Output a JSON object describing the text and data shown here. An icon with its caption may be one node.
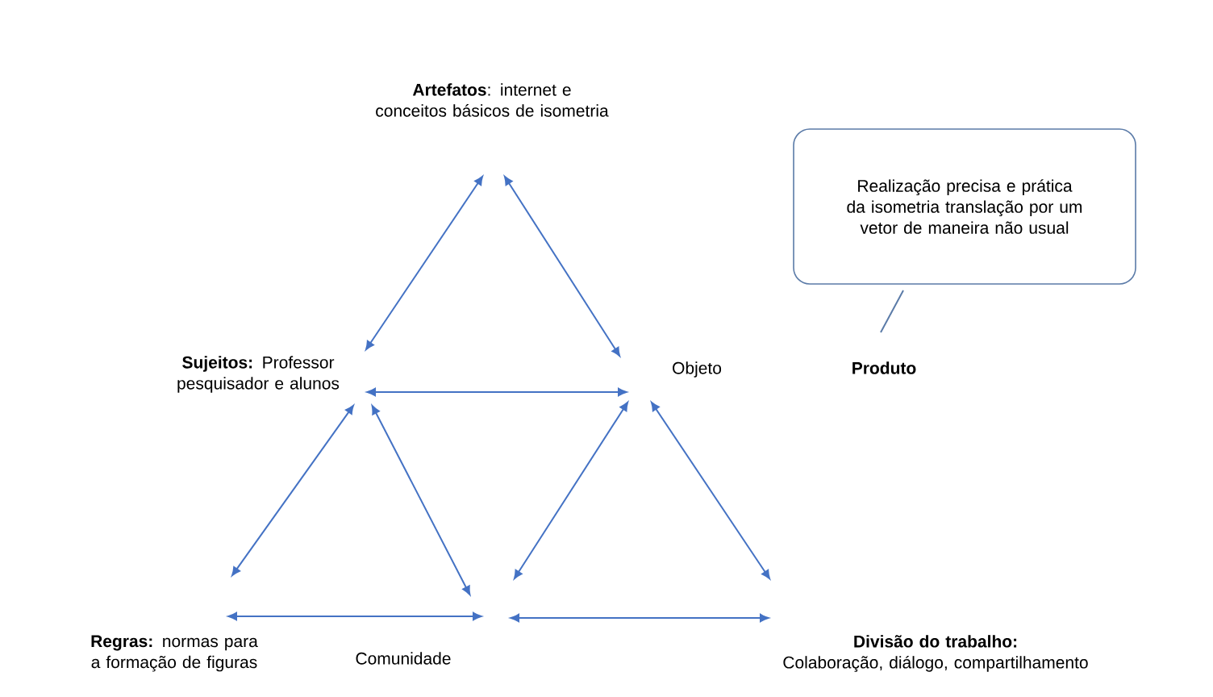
{
  "diagram": {
    "nodes": [
      {
        "text": [
          "**Artefatos**: internet e conceitos básicos de isometria"
        ]
      },
      {
        "text": [
          "**Sujeitos:** Professor pesquisador e alunos"
        ]
      },
      {
        "text": [
          "Objeto"
        ]
      },
      {
        "text": [
          "**Regras:** normas para a formação de figuras"
        ]
      },
      {
        "text": [
          "Comunidade"
        ]
      },
      {
        "text": [
          "Divisão do trabalho:",
          "Colaboração, diálogo, compartilhamento"
        ]
      },
      {
        "text": [
          "Realização precisa e prática da isometria translação por um vetor de maneira não usual"
        ]
      },
      {
        "text": [
          "Produto"
        ]
      }
    ],
    "edges": [
      {
        "from": 0,
        "to": 1,
        "arrow": "both"
      },
      {
        "from": 0,
        "to": 2,
        "arrow": "both"
      },
      {
        "from": 1,
        "to": 2,
        "arrow": "both"
      },
      {
        "from": 1,
        "to": 3,
        "arrow": "both"
      },
      {
        "from": 1,
        "to": 4,
        "arrow": "both"
      },
      {
        "from": 2,
        "to": 4,
        "arrow": "both"
      },
      {
        "from": 2,
        "to": 5,
        "arrow": "both"
      },
      {
        "from": 3,
        "to": 4,
        "arrow": "both"
      },
      {
        "from": 4,
        "to": 5,
        "arrow": "both"
      },
      {
        "from": 6,
        "to": 7,
        "arrow": "none"
      }
    ]
  }
}
